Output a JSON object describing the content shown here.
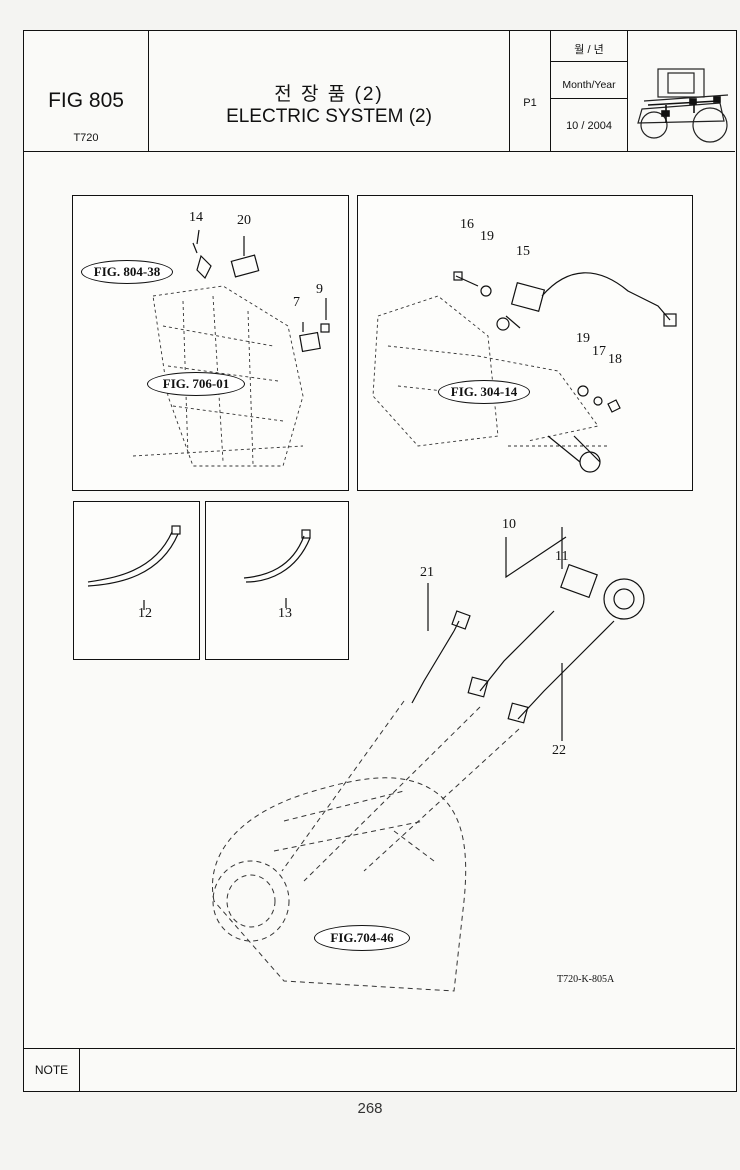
{
  "header": {
    "fig_number": "FIG 805",
    "model": "T720",
    "title_korean": "전 장 품 (2)",
    "title_english": "ELECTRIC SYSTEM (2)",
    "page": "P1",
    "date_label_korean": "월 / 년",
    "date_label_english": "Month/Year",
    "date_value": "10 / 2004",
    "thumbnail_icon": "tractor-wiring-icon"
  },
  "diagram": {
    "panel_a": {
      "callouts": [
        "14",
        "20",
        "7",
        "9"
      ],
      "refs": [
        "FIG. 804-38",
        "FIG. 706-01"
      ]
    },
    "panel_b": {
      "callouts": [
        "16",
        "19",
        "15",
        "19",
        "17",
        "18"
      ],
      "refs": [
        "FIG. 304-14"
      ]
    },
    "panel_c": {
      "callouts": [
        "12"
      ]
    },
    "panel_d": {
      "callouts": [
        "13"
      ]
    },
    "console": {
      "callouts": [
        "10",
        "11",
        "21",
        "22"
      ],
      "refs": [
        "FIG.704-46"
      ],
      "drawing_code": "T720-K-805A"
    }
  },
  "note": {
    "label": "NOTE"
  },
  "page_number": "268"
}
